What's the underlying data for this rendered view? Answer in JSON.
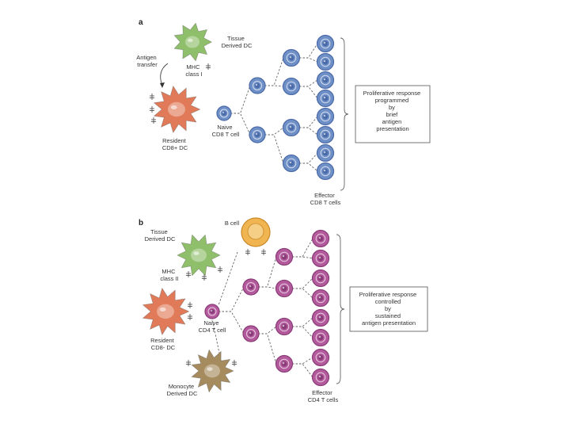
{
  "colors": {
    "cd8_cell": "#6f8fc7",
    "cd8_outline": "#4a6aa8",
    "cd4_cell": "#b35a9c",
    "cd4_outline": "#8a3c78",
    "resident_dc": "#e07a58",
    "tissue_dc": "#8fbf6a",
    "monocyte_dc": "#a68b5e",
    "b_cell": "#f0b450",
    "text": "#333333"
  },
  "panel_a": {
    "letter": "a",
    "antigen_transfer": [
      "Antigen",
      "transfer"
    ],
    "tissue_dc": [
      "Tissue",
      "Derived DC"
    ],
    "mhc": [
      "MHC",
      "class I"
    ],
    "resident_dc": [
      "Resident",
      "CD8+ DC"
    ],
    "naive": [
      "Naive",
      "CD8 T cell"
    ],
    "box": [
      "Proliferative response",
      "programmed",
      "by",
      "brief",
      "antigen",
      "presentation"
    ],
    "effector": [
      "Effector",
      "CD8 T cells"
    ]
  },
  "panel_b": {
    "letter": "b",
    "b_cell": "B cell",
    "tissue_dc": [
      "Tissue",
      "Derived DC"
    ],
    "mhc": [
      "MHC",
      "class II"
    ],
    "resident_dc": [
      "Resident",
      "CD8- DC"
    ],
    "naive": [
      "Naive",
      "CD4 T cell"
    ],
    "monocyte_dc": [
      "Monocyte",
      "Derived DC"
    ],
    "box": [
      "Proliferative response",
      "controlled",
      "by",
      "sustained",
      "antigen presentation"
    ],
    "effector": [
      "Effector",
      "CD4 T cells"
    ]
  }
}
